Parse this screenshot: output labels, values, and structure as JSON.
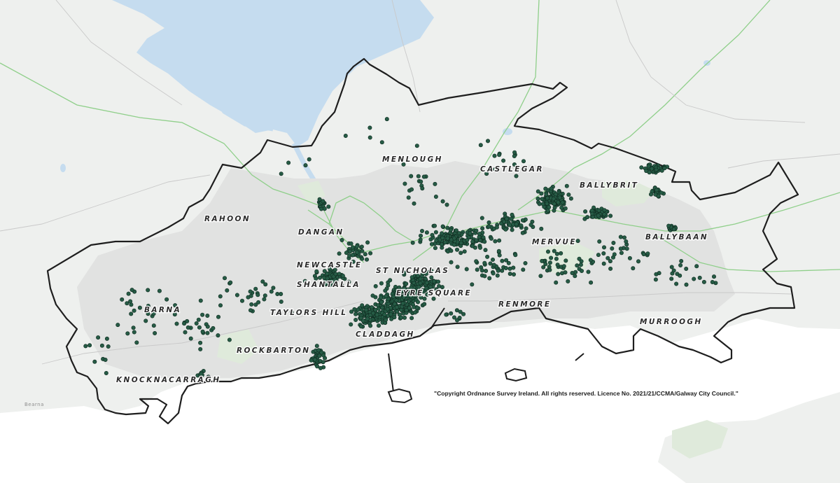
{
  "map": {
    "district_labels": [
      "MENLOUGH",
      "CASTLEGAR",
      "BALLYBRIT",
      "RAHOON",
      "DANGAN",
      "MERVUE",
      "BALLYBAAN",
      "NEWCASTLE",
      "ST NICHOLAS",
      "SHANTALLA",
      "EYRE SQUARE",
      "BARNA",
      "TAYLORS HILL",
      "RENMORE",
      "MURROOGH",
      "CLADDAGH",
      "ROCKBARTON",
      "KNOCKNACARRAGH"
    ],
    "place_labels": [
      "Bearna"
    ],
    "copyright": "\"Copyright Ordnance Survey Ireland. All rights reserved. Licence No. 2021/21/CCMA/Galway City Council.\"",
    "colors": {
      "sea": "#ffffff",
      "land": "#eef0ee",
      "urban": "#e1e2e1",
      "parkland": "#dfeadb",
      "lake": "#c5dcef",
      "road": "#8fcf8a",
      "boundary": "#1e1e1e",
      "point": "#265b45"
    },
    "symbols": {
      "boundary": "city-boundary-outline",
      "point": "dark-green-circle-marker"
    }
  }
}
